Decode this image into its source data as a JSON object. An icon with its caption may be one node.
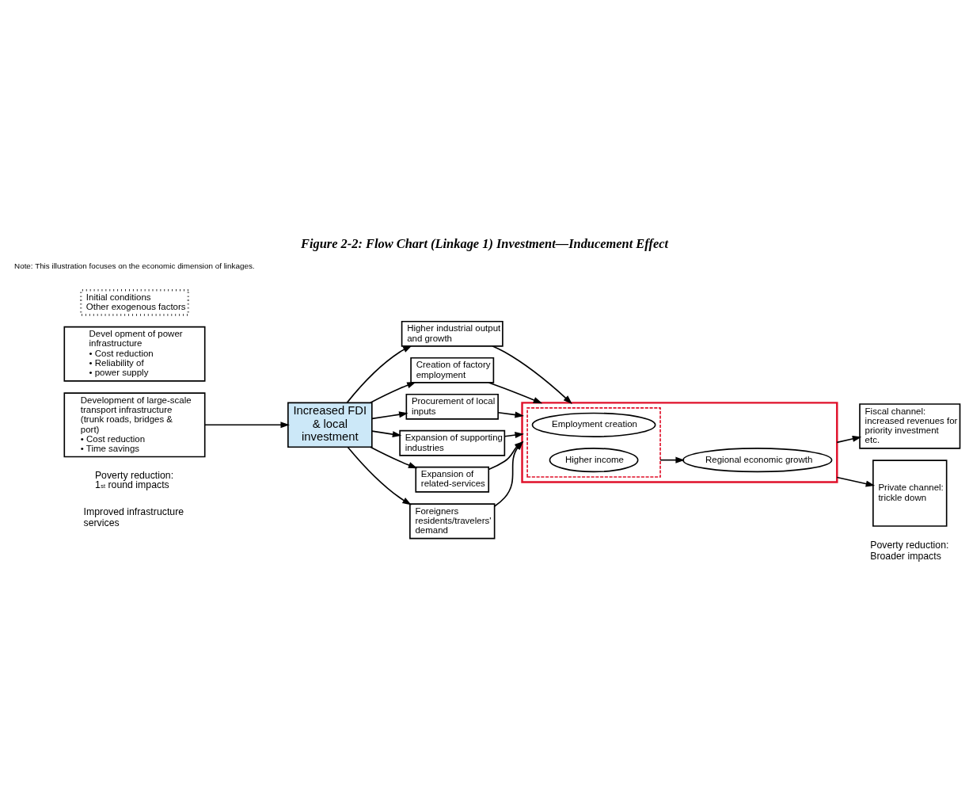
{
  "diagram": {
    "title": "Figure 2-2: Flow Chart (Linkage 1) Investment—Inducement Effect",
    "caption": "Note: This illustration focuses on the economic dimension of linkages.",
    "nodes": [
      {
        "text": [
          "Development of large-scale transport infrastructure (trunk roads, bridges & port)",
          "• Cost reduction",
          "• Time savings"
        ]
      },
      {
        "text": [
          "Devel opment of power infrastructure",
          "• Cost reduction",
          "• Reliability of",
          "• power supply"
        ]
      },
      {
        "text": [
          "Increased FDI & local investment"
        ]
      },
      {
        "text": [
          "Higher industrial output and growth"
        ]
      },
      {
        "text": [
          "Creation of factory employment"
        ]
      },
      {
        "text": [
          "Procurement of local inputs"
        ]
      },
      {
        "text": [
          "Expansion of supporting industries"
        ]
      },
      {
        "text": [
          "Expansion of related-services"
        ]
      },
      {
        "text": [
          "Foreigners residents/travelers' demand"
        ]
      },
      {
        "text": [],
        "shape": "box"
      },
      {
        "text": [],
        "shape": "box",
        "in": 9
      },
      {
        "text": [
          "Employment creation"
        ],
        "in": 10
      },
      {
        "text": [
          "Higher income"
        ],
        "in": 10
      },
      {
        "text": [
          "Regional economic growth"
        ],
        "in": 9
      },
      {
        "text": [
          "Fiscal channel:",
          "increased revenues for priority investment etc."
        ]
      },
      {
        "text": [
          "Private channel:",
          "trickle down"
        ]
      },
      {
        "text": [
          "Initial conditions",
          "Other exogenous factors"
        ]
      }
    ],
    "edges": [
      {
        "from": 0,
        "to": 2,
        "arrow": "to"
      },
      {
        "from": 2,
        "to": 3,
        "arrow": "to"
      },
      {
        "from": 2,
        "to": 4,
        "arrow": "to"
      },
      {
        "from": 2,
        "to": 5,
        "arrow": "to"
      },
      {
        "from": 2,
        "to": 6,
        "arrow": "to"
      },
      {
        "from": 2,
        "to": 7,
        "arrow": "to"
      },
      {
        "from": 2,
        "to": 8,
        "arrow": "to"
      },
      {
        "from": 3,
        "to": 9,
        "arrow": "to"
      },
      {
        "from": 4,
        "to": 9,
        "arrow": "to"
      },
      {
        "from": 5,
        "to": 9,
        "arrow": "to"
      },
      {
        "from": 6,
        "to": 9,
        "arrow": "to"
      },
      {
        "from": 7,
        "to": 9,
        "arrow": "to"
      },
      {
        "from": 8,
        "to": 9,
        "arrow": "to"
      },
      {
        "from": 10,
        "to": 13,
        "arrow": "to"
      },
      {
        "from": 9,
        "to": 14,
        "arrow": "to"
      },
      {
        "from": 9,
        "to": 15,
        "arrow": "to"
      }
    ],
    "labels": [
      "Improved infrastructure services",
      "Poverty reduction: 1$^{st}$ round impacts",
      "Poverty reduction: Broader impacts"
    ]
  }
}
